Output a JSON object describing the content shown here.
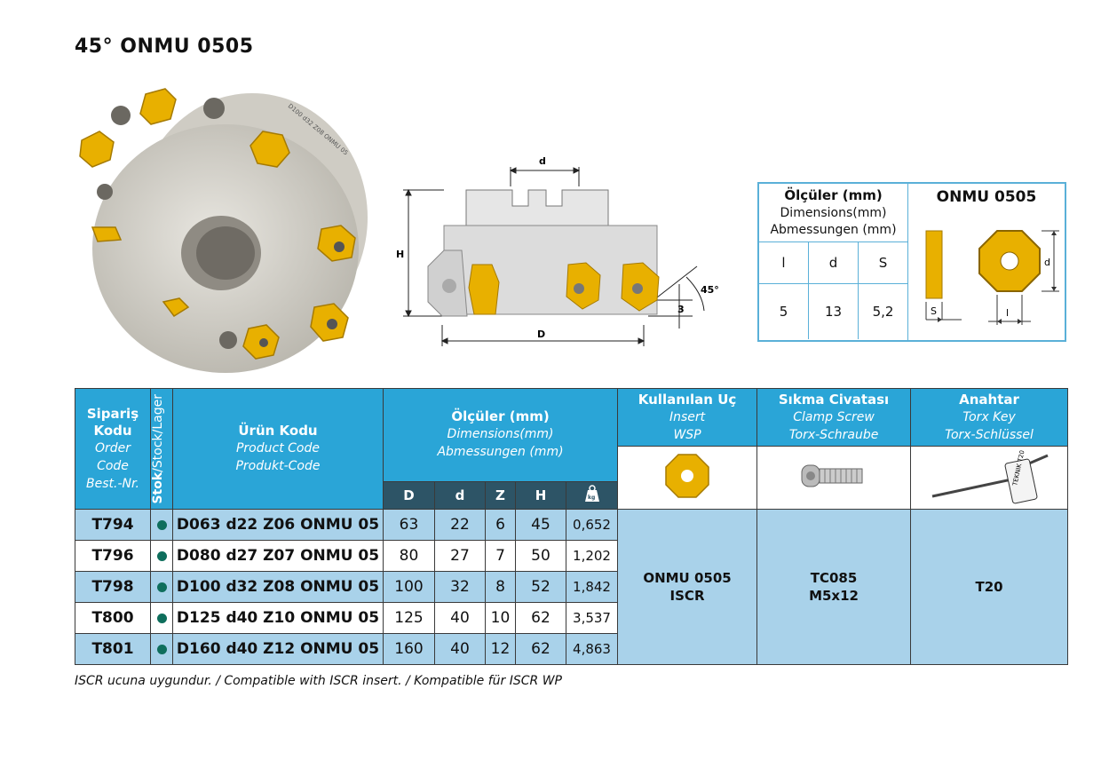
{
  "title": "45° ONMU 0505",
  "photo": {
    "engraving": "D100 d32 Z08 ONMU 05"
  },
  "drawing": {
    "labels": {
      "d": "d",
      "H": "H",
      "D": "D",
      "angle": "45°",
      "three": "3"
    }
  },
  "dim_box": {
    "header_bold": "Ölçüler (mm)",
    "header_l2": "Dimensions(mm)",
    "header_l3": "Abmessungen (mm)",
    "cols": [
      "l",
      "d",
      "S"
    ],
    "values": [
      "5",
      "13",
      "5,2"
    ],
    "insert_title": "ONMU 0505",
    "insert_labels": {
      "S": "S",
      "l": "l",
      "d": "d"
    }
  },
  "table": {
    "h_order": {
      "b1": "Sipariş",
      "b2": "Kodu",
      "i1": "Order",
      "i2": "Code",
      "i3": "Best.-Nr."
    },
    "h_stok_bold": "Stok",
    "h_stok_rest": "/Stock/Lager",
    "h_product": {
      "b": "Ürün Kodu",
      "i1": "Product Code",
      "i2": "Produkt-Code"
    },
    "h_dims": {
      "b": "Ölçüler (mm)",
      "i1": "Dimensions(mm)",
      "i2": "Abmessungen (mm)"
    },
    "h_insert": {
      "b": "Kullanılan Uç",
      "i1": "Insert",
      "i2": "WSP"
    },
    "h_screw": {
      "b": "Sıkma Civatası",
      "i1": "Clamp Screw",
      "i2": "Torx-Schraube"
    },
    "h_key": {
      "b": "Anahtar",
      "i1": "Torx Key",
      "i2": "Torx-Schlüssel"
    },
    "sub": [
      "D",
      "d",
      "Z",
      "H"
    ],
    "weight_icon_label": "kg",
    "rows": [
      {
        "code": "T794",
        "product": "D063 d22 Z06 ONMU 05",
        "D": "63",
        "d": "22",
        "Z": "6",
        "H": "45",
        "w": "0,652"
      },
      {
        "code": "T796",
        "product": "D080 d27 Z07 ONMU 05",
        "D": "80",
        "d": "27",
        "Z": "7",
        "H": "50",
        "w": "1,202"
      },
      {
        "code": "T798",
        "product": "D100 d32 Z08 ONMU 05",
        "D": "100",
        "d": "32",
        "Z": "8",
        "H": "52",
        "w": "1,842"
      },
      {
        "code": "T800",
        "product": "D125 d40 Z10 ONMU 05",
        "D": "125",
        "d": "40",
        "Z": "10",
        "H": "62",
        "w": "3,537"
      },
      {
        "code": "T801",
        "product": "D160 d40 Z12 ONMU 05",
        "D": "160",
        "d": "40",
        "Z": "12",
        "H": "62",
        "w": "4,863"
      }
    ],
    "insert_value_1": "ONMU 0505",
    "insert_value_2": "ISCR",
    "screw_value_1": "TC085",
    "screw_value_2": "M5x12",
    "key_value": "T20",
    "key_tag": "TEKNIK T20"
  },
  "footnote": "ISCR ucuna uygundur. / Compatible with ISCR insert. / Kompatible für ISCR WP",
  "colors": {
    "header": "#2aa5d7",
    "subheader": "#2d5466",
    "row_light": "#a9d2ea",
    "insert_gold": "#e8b000",
    "stock_dot": "#0e6e5c"
  }
}
